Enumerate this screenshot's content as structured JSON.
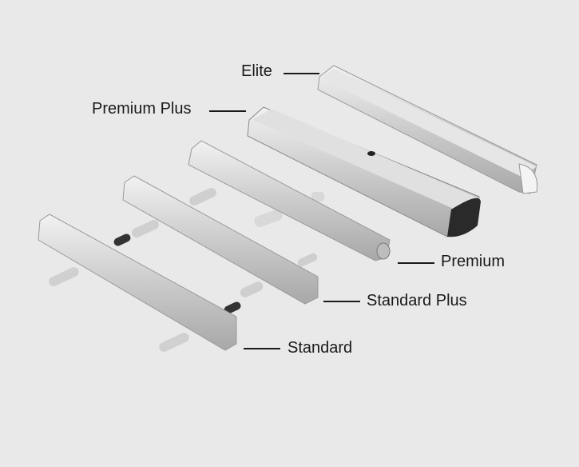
{
  "labels": {
    "elite": "Elite",
    "premium_plus": "Premium Plus",
    "premium": "Premium",
    "standard_plus": "Standard Plus",
    "standard": "Standard"
  },
  "colors": {
    "background": "#e9e9e9",
    "aluminium": "#c9c9c9",
    "dark_end_cap": "#2a2a2a",
    "text": "#1a1a1a"
  }
}
